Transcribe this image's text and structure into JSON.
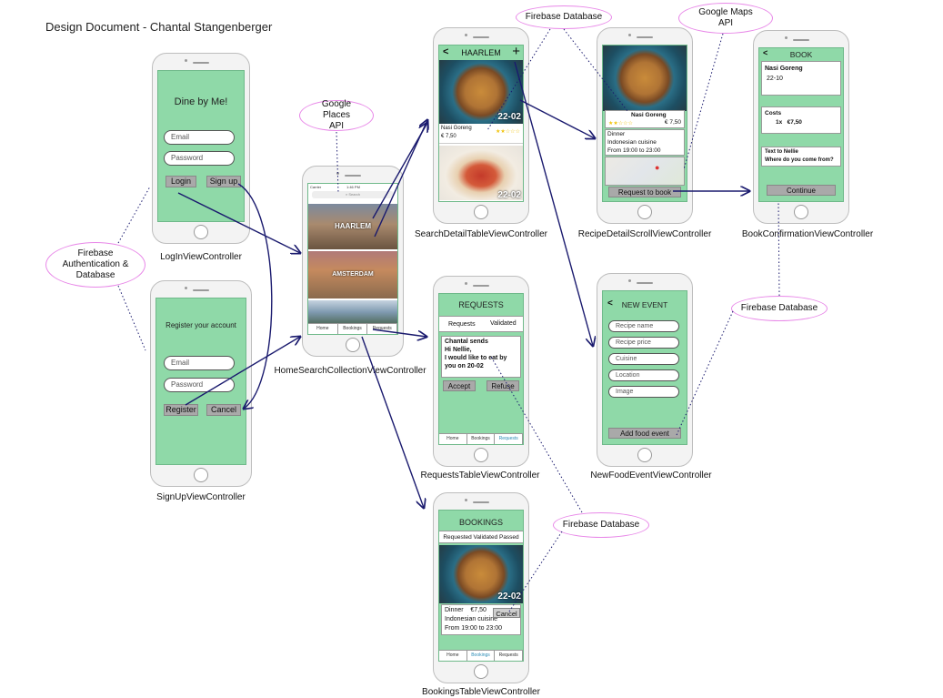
{
  "title": "Design Document - Chantal Stangenberger",
  "bubbles": {
    "firebase_auth": "Firebase Authentication & Database",
    "google_places": "Google Places API",
    "firebase_db_1": "Firebase Database",
    "google_maps": "Google Maps API",
    "firebase_db_2": "Firebase Database",
    "firebase_db_3": "Firebase Database"
  },
  "login": {
    "caption": "LogInViewController",
    "title": "Dine by Me!",
    "email_ph": "Email",
    "password_ph": "Password",
    "login_btn": "Login",
    "signup_btn": "Sign up"
  },
  "signup": {
    "caption": "SignUpViewController",
    "title": "Register your account",
    "email_ph": "Email",
    "password_ph": "Password",
    "register_btn": "Register",
    "cancel_btn": "Cancel"
  },
  "home": {
    "caption": "HomeSearchCollectionViewController",
    "status_left": "Carrier",
    "status_time": "1:46 PM",
    "search_ph": "Search",
    "city1": "HAARLEM",
    "city2": "AMSTERDAM",
    "tabs": [
      "Home",
      "Bookings",
      "Requests"
    ]
  },
  "search_detail": {
    "caption": "SearchDetailTableViewController",
    "header": "HAARLEM",
    "back": "<",
    "plus": "+",
    "date1": "22-02",
    "dish": "Nasi Goreng",
    "price": "€ 7,50",
    "date2": "22-02"
  },
  "requests": {
    "caption": "RequestsTableViewController",
    "header": "REQUESTS",
    "tab1": "Requests",
    "tab2": "Validated",
    "msg1": "Chantal sends",
    "msg2": "Hi Nellie,",
    "msg3": "I would like to eat by",
    "msg4": "you on 20-02",
    "accept": "Accept",
    "refuse": "Refuse",
    "tabs": [
      "Home",
      "Bookings",
      "Requests"
    ]
  },
  "bookings": {
    "caption": "BookingsTableViewController",
    "header": "BOOKINGS",
    "subtabs": "Requested Validated Passed",
    "date": "22-02",
    "line1": "Dinner",
    "price": "€7,50",
    "cancel": "Cancel",
    "line2": "Indonesian cuisine",
    "line3": "From 19:00 to 23:00",
    "tabs": [
      "Home",
      "Bookings",
      "Requests"
    ]
  },
  "recipe_detail": {
    "caption": "RecipeDetailScrollViewController",
    "dish": "Nasi Goreng",
    "price": "€ 7,50",
    "line1": "Dinner",
    "line2": "Indonesian cuisine",
    "line3": "From 19:00 to 23:00",
    "request_btn": "Request to book"
  },
  "new_event": {
    "caption": "NewFoodEventViewController",
    "header": "NEW EVENT",
    "back": "<",
    "fields": [
      "Recipe name",
      "Recipe price",
      "Cuisine",
      "Location",
      "Image"
    ],
    "add_btn": "Add food event"
  },
  "book": {
    "caption": "BookConfirmationViewController",
    "header": "BOOK",
    "back": "<",
    "dish": "Nasi Goreng",
    "date": "22-10",
    "costs_label": "Costs",
    "qty": "1x",
    "cost": "€7,50",
    "text_to": "Text to Nellie",
    "question": "Where do you come from?",
    "continue": "Continue"
  },
  "colors": {
    "screen": "#8fd9a8",
    "arrow": "#1a1a6e",
    "bubble_border": "#e888e8"
  }
}
